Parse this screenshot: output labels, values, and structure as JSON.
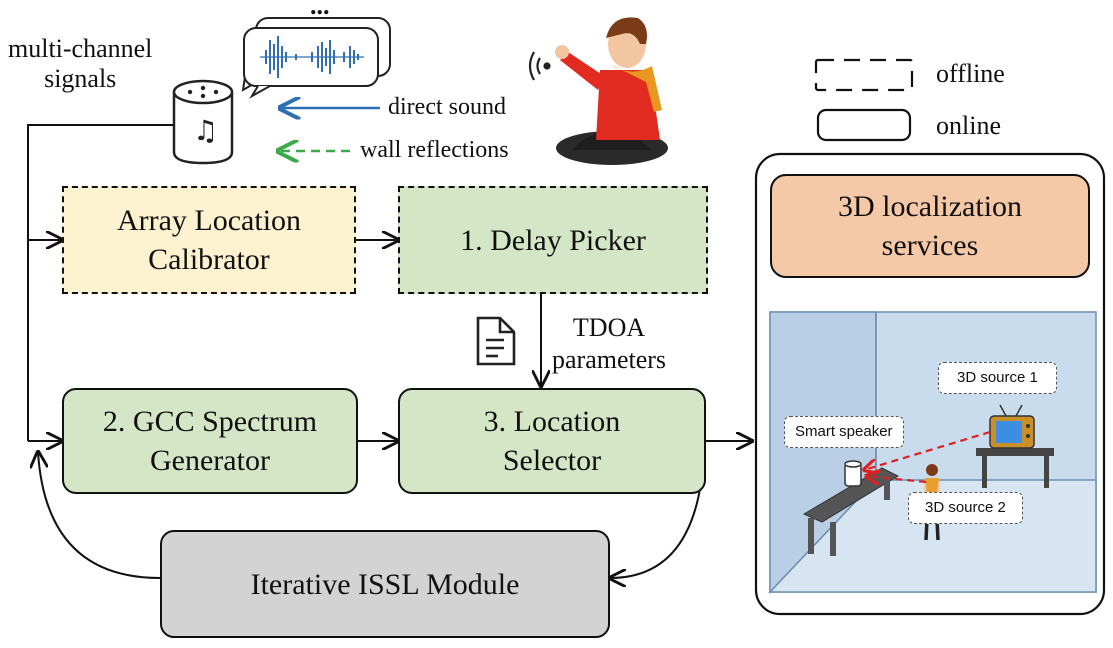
{
  "colors": {
    "calibrator_fill": "#fdf2d0",
    "green_fill": "#d5e6c7",
    "gray_fill": "#d3d3d3",
    "services_fill": "#f5c8a8",
    "room_fill": "#c9dcee",
    "direct_arrow": "#2f6fb3",
    "reflection_arrow": "#3caa4a",
    "laser": "#e02020"
  },
  "labels": {
    "multichannel": "multi-channel\nsignals",
    "ellipsis": "...",
    "direct_sound": "direct sound",
    "wall_reflections": "wall reflections",
    "tdoa": "TDOA\nparameters"
  },
  "legend": {
    "offline": "offline",
    "online": "online"
  },
  "blocks": {
    "calibrator": "Array Location\nCalibrator",
    "delay_picker": "1. Delay Picker",
    "gcc": "2. GCC Spectrum\nGenerator",
    "location_selector": "3. Location\nSelector",
    "issl": "Iterative ISSL Module",
    "services": "3D localization\nservices"
  },
  "scene": {
    "smart_speaker": "Smart speaker",
    "source1": "3D source 1",
    "source2": "3D source 2"
  },
  "icons": [
    "smart-speaker-icon",
    "waveform-icon",
    "person-icon",
    "sound-wave-icon",
    "document-icon",
    "tv-icon",
    "table-icon",
    "standing-person-icon"
  ]
}
